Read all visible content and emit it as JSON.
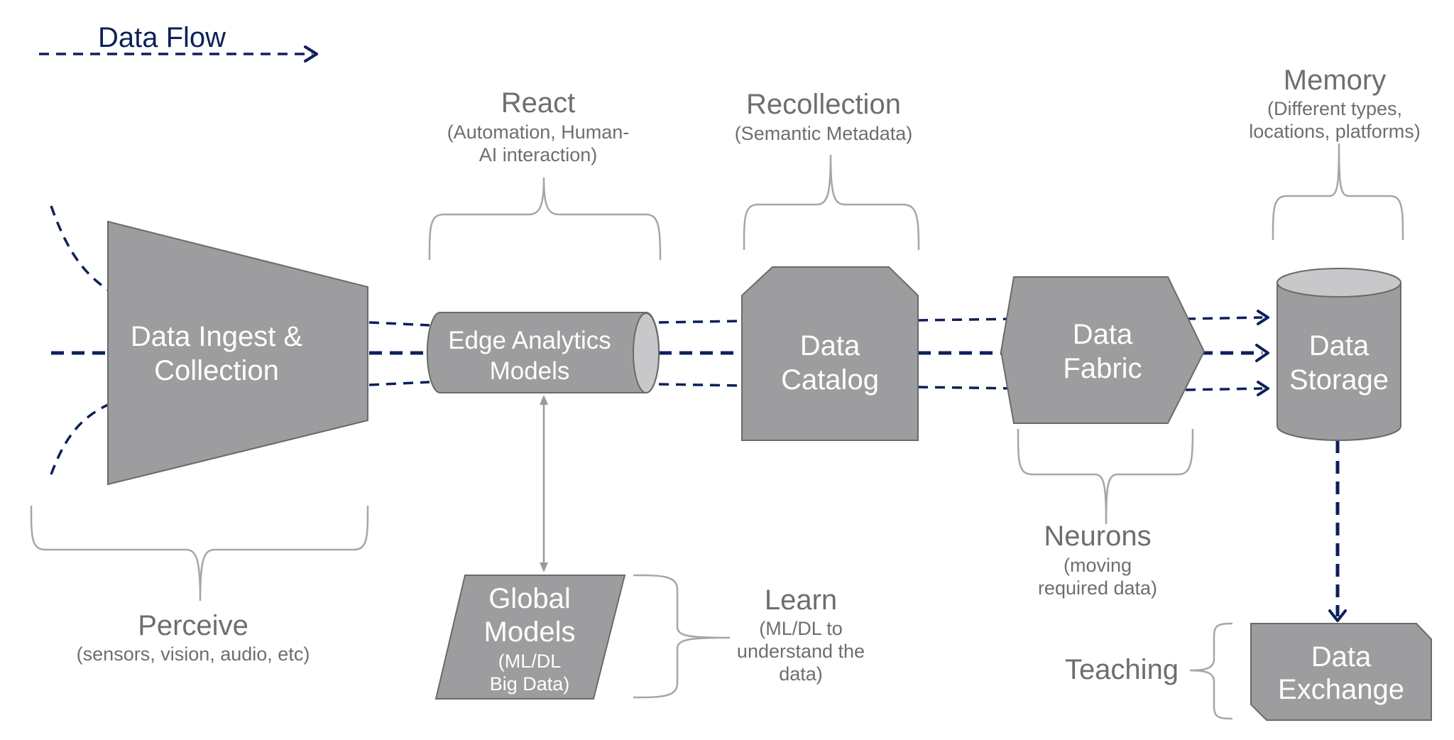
{
  "legend": {
    "label": "Data Flow"
  },
  "nodes": {
    "ingest": {
      "line1": "Data Ingest &",
      "line2": "Collection"
    },
    "edge": {
      "line1": "Edge Analytics",
      "line2": "Models"
    },
    "catalog": {
      "line1": "Data",
      "line2": "Catalog"
    },
    "fabric": {
      "line1": "Data",
      "line2": "Fabric"
    },
    "storage": {
      "line1": "Data",
      "line2": "Storage"
    },
    "global": {
      "line1": "Global",
      "line2": "Models",
      "line3": "(ML/DL",
      "line4": "Big Data)"
    },
    "exchange": {
      "line1": "Data",
      "line2": "Exchange"
    }
  },
  "annotations": {
    "react": {
      "title": "React",
      "line1": "(Automation, Human-",
      "line2": "AI interaction)"
    },
    "recollection": {
      "title": "Recollection",
      "line1": "(Semantic Metadata)"
    },
    "memory": {
      "title": "Memory",
      "line1": "(Different types,",
      "line2": "locations, platforms)"
    },
    "perceive": {
      "title": "Perceive",
      "line1": "(sensors, vision, audio, etc)"
    },
    "learn": {
      "title": "Learn",
      "line1": "(ML/DL to",
      "line2": "understand the",
      "line3": "data)"
    },
    "neurons": {
      "title": "Neurons",
      "line1": "(moving",
      "line2": "required data)"
    },
    "teaching": {
      "title": "Teaching"
    }
  },
  "colors": {
    "flow": "#0d2059",
    "shape_fill": "#9d9d9f",
    "annotation_text": "#6e6e6e",
    "brace": "#a6a6a6"
  }
}
